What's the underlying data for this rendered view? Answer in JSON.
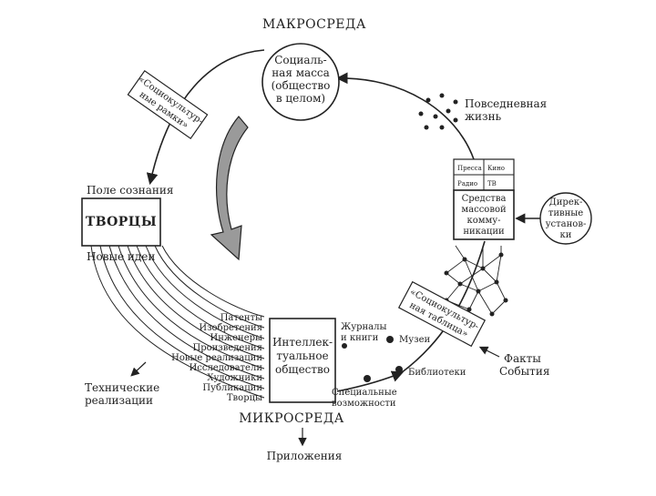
{
  "diagram": {
    "macro_title": "МАКРОСРЕДА",
    "micro_title": "МИКРОСРЕДА",
    "social_mass": [
      "Социаль-",
      "ная масса",
      "(общество",
      "в целом)"
    ],
    "sociocult_top": [
      "«Социокультур-",
      "ные рамки»"
    ],
    "everyday_life": [
      "Повседневная",
      "жизнь"
    ],
    "media_grid": [
      "Пресса",
      "Кино",
      "Радио",
      "ТВ"
    ],
    "mass_media": [
      "Средства",
      "массовой",
      "комму-",
      "никации"
    ],
    "directives": [
      "Дирек-",
      "тивные",
      "установ-",
      "ки"
    ],
    "field_of_consciousness": "Поле сознания",
    "creators": "ТВОРЦЫ",
    "new_ideas": "Новые идеи",
    "channels": [
      "Патенты",
      "Изобретения",
      "Инженеры",
      "Произведения",
      "Новые реализации",
      "Исследователи",
      "Художники",
      "Публикации",
      "Творцы"
    ],
    "intellectual_society": [
      "Интеллек-",
      "туальное",
      "общество"
    ],
    "journals": [
      "Журналы",
      "и книги"
    ],
    "museums": "Музеи",
    "libraries": "Библиотеки",
    "special_opportunities": [
      "Специальные",
      "возможности"
    ],
    "sociocult_bottom": [
      "«Социокультур-",
      "ная таблица»"
    ],
    "facts_events": [
      "Факты",
      "События"
    ],
    "technical": [
      "Технические",
      "реализации"
    ],
    "applications": "Приложения"
  }
}
